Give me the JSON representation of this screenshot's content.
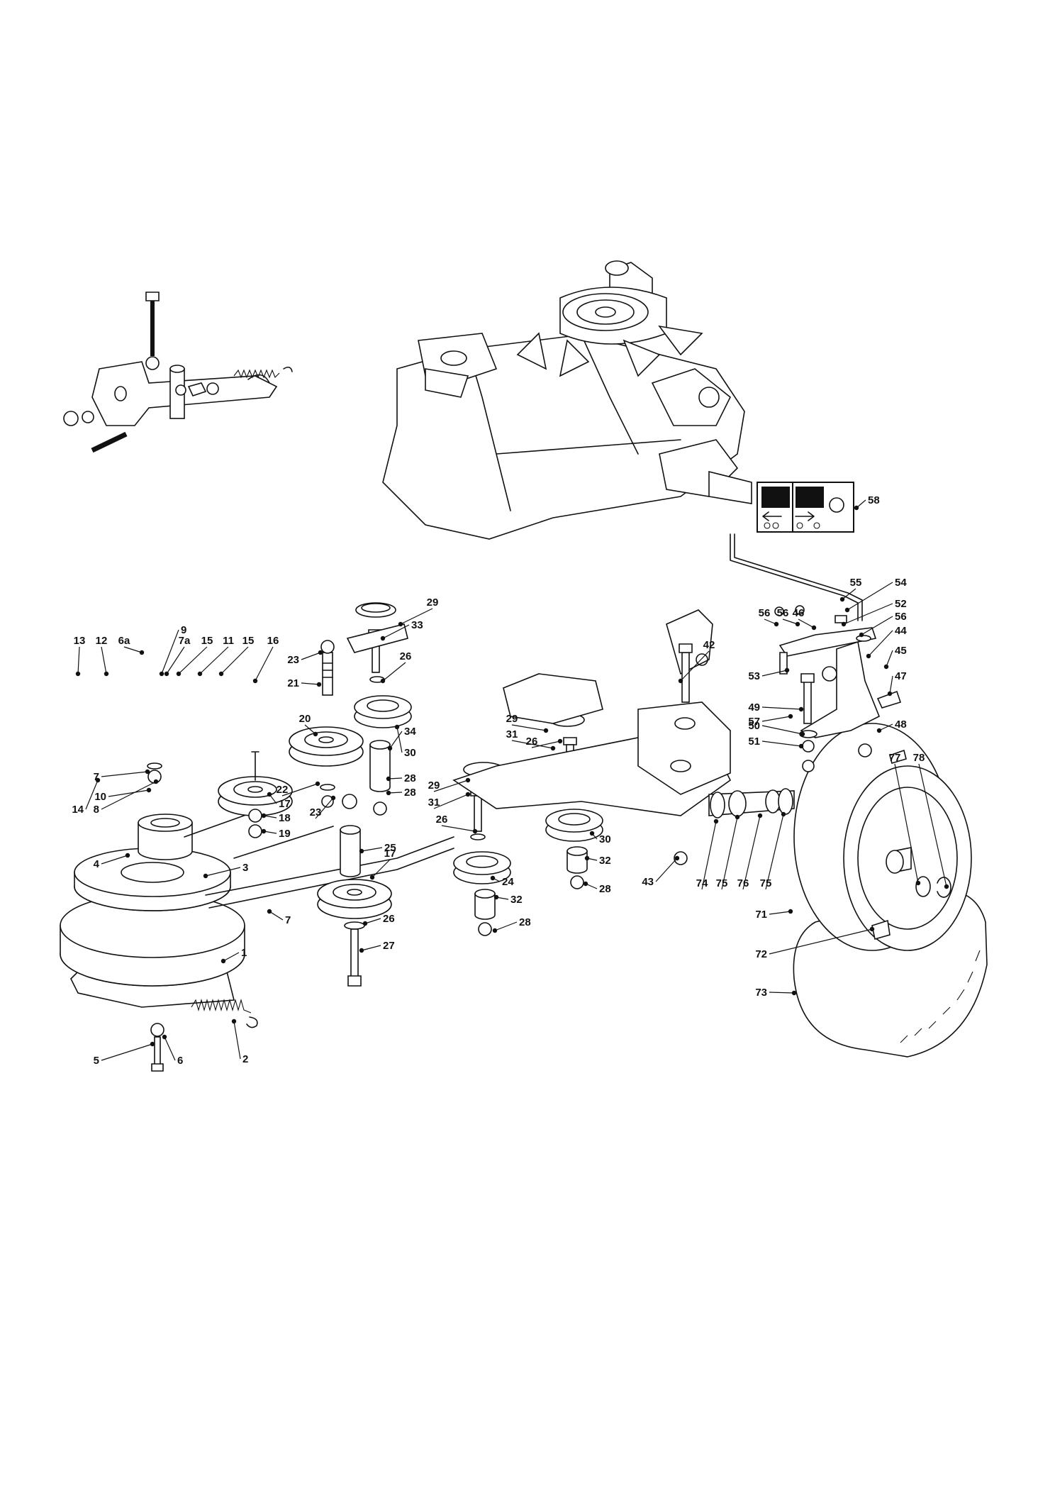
{
  "diagram": {
    "callouts": [
      {
        "id": "c1",
        "text": "1"
      },
      {
        "id": "c2",
        "text": "2"
      },
      {
        "id": "c3",
        "text": "3"
      },
      {
        "id": "c4",
        "text": "4"
      },
      {
        "id": "c5",
        "text": "5"
      },
      {
        "id": "c6",
        "text": "6"
      },
      {
        "id": "c6a",
        "text": "6a"
      },
      {
        "id": "c7a",
        "text": "7"
      },
      {
        "id": "c7b",
        "text": "7"
      },
      {
        "id": "c7c",
        "text": "7a"
      },
      {
        "id": "c8",
        "text": "8"
      },
      {
        "id": "c9",
        "text": "9"
      },
      {
        "id": "c10",
        "text": "10"
      },
      {
        "id": "c11",
        "text": "11"
      },
      {
        "id": "c12",
        "text": "12"
      },
      {
        "id": "c13",
        "text": "13"
      },
      {
        "id": "c14",
        "text": "14"
      },
      {
        "id": "c15a",
        "text": "15"
      },
      {
        "id": "c15b",
        "text": "15"
      },
      {
        "id": "c16",
        "text": "16"
      },
      {
        "id": "c17a",
        "text": "17"
      },
      {
        "id": "c17b",
        "text": "17"
      },
      {
        "id": "c18",
        "text": "18"
      },
      {
        "id": "c19",
        "text": "19"
      },
      {
        "id": "c20",
        "text": "20"
      },
      {
        "id": "c21",
        "text": "21"
      },
      {
        "id": "c22",
        "text": "22"
      },
      {
        "id": "c23a",
        "text": "23"
      },
      {
        "id": "c23b",
        "text": "23"
      },
      {
        "id": "c24",
        "text": "24"
      },
      {
        "id": "c25",
        "text": "25"
      },
      {
        "id": "c26a",
        "text": "26"
      },
      {
        "id": "c26b",
        "text": "26"
      },
      {
        "id": "c26c",
        "text": "26"
      },
      {
        "id": "c26d",
        "text": "26"
      },
      {
        "id": "c27",
        "text": "27"
      },
      {
        "id": "c28a",
        "text": "28"
      },
      {
        "id": "c28b",
        "text": "28"
      },
      {
        "id": "c28c",
        "text": "28"
      },
      {
        "id": "c28d",
        "text": "28"
      },
      {
        "id": "c29a",
        "text": "29"
      },
      {
        "id": "c29b",
        "text": "29"
      },
      {
        "id": "c29c",
        "text": "29"
      },
      {
        "id": "c30a",
        "text": "30"
      },
      {
        "id": "c30b",
        "text": "30"
      },
      {
        "id": "c31a",
        "text": "31"
      },
      {
        "id": "c31b",
        "text": "31"
      },
      {
        "id": "c32a",
        "text": "32"
      },
      {
        "id": "c32b",
        "text": "32"
      },
      {
        "id": "c33",
        "text": "33"
      },
      {
        "id": "c34",
        "text": "34"
      },
      {
        "id": "c42",
        "text": "42"
      },
      {
        "id": "c43",
        "text": "43"
      },
      {
        "id": "c44",
        "text": "44"
      },
      {
        "id": "c45",
        "text": "45"
      },
      {
        "id": "c46",
        "text": "46"
      },
      {
        "id": "c47",
        "text": "47"
      },
      {
        "id": "c48",
        "text": "48"
      },
      {
        "id": "c49",
        "text": "49"
      },
      {
        "id": "c50",
        "text": "50"
      },
      {
        "id": "c51",
        "text": "51"
      },
      {
        "id": "c52",
        "text": "52"
      },
      {
        "id": "c53",
        "text": "53"
      },
      {
        "id": "c54",
        "text": "54"
      },
      {
        "id": "c55",
        "text": "55"
      },
      {
        "id": "c56a",
        "text": "56"
      },
      {
        "id": "c56b",
        "text": "56"
      },
      {
        "id": "c56c",
        "text": "56"
      },
      {
        "id": "c57",
        "text": "57"
      },
      {
        "id": "c58",
        "text": "58"
      },
      {
        "id": "c71",
        "text": "71"
      },
      {
        "id": "c72",
        "text": "72"
      },
      {
        "id": "c73",
        "text": "73"
      },
      {
        "id": "c74",
        "text": "74"
      },
      {
        "id": "c75a",
        "text": "75"
      },
      {
        "id": "c75b",
        "text": "75"
      },
      {
        "id": "c76",
        "text": "76"
      },
      {
        "id": "c77",
        "text": "77"
      },
      {
        "id": "c78",
        "text": "78"
      }
    ]
  }
}
